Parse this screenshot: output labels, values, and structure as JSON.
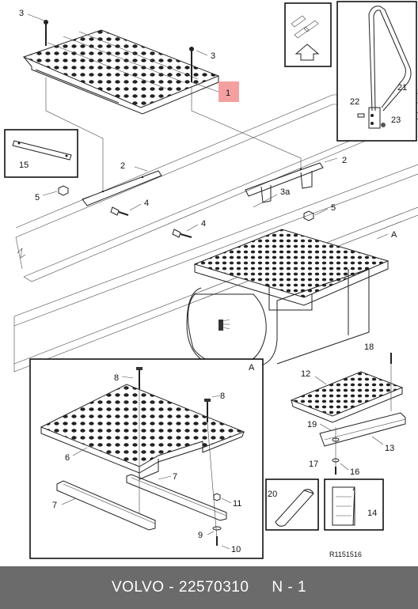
{
  "diagram": {
    "callouts": {
      "c1": "1",
      "c2a": "2",
      "c2b": "2",
      "c3a": "3",
      "c3b": "3",
      "c3c": "3a",
      "c4a": "4",
      "c4b": "4",
      "c5a": "5",
      "c5b": "5",
      "c6": "6",
      "c7a": "7",
      "c7b": "7",
      "c8a": "8",
      "c8b": "8",
      "c9": "9",
      "c10": "10",
      "c11": "11",
      "c12": "12",
      "c13": "13",
      "c14": "14",
      "c15": "15",
      "c16": "16",
      "c17": "17",
      "c18": "18",
      "c19": "19",
      "c20": "20",
      "c21": "21",
      "c22": "22",
      "c23": "23",
      "cA1": "A",
      "cA2": "A"
    },
    "highlight_color": "#f4a0a0",
    "reference_code": "R1151516"
  },
  "footer": {
    "brand": "VOLVO",
    "separator": " - ",
    "part_number": "22570310",
    "quantity_label": "N - 1",
    "background": "#6b6b6b"
  }
}
